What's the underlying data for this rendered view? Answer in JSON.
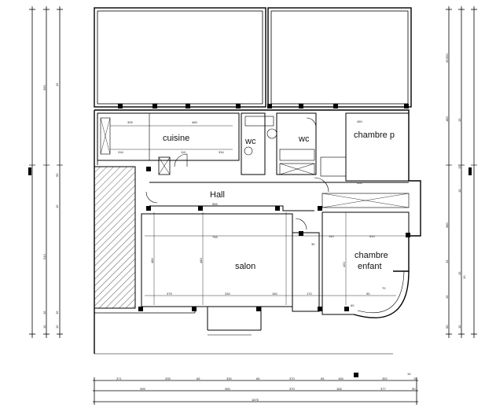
{
  "rooms": {
    "cuisine": "cuisine",
    "wc_left": "wc",
    "wc_right": "wc",
    "chambre_p": "chambre p",
    "hall": "Hall",
    "salon": "salon",
    "chambre_enfant_1": "chambre",
    "chambre_enfant_2": "enfant"
  },
  "dims_bottom": {
    "row1": [
      "371",
      "335",
      "65",
      "330",
      "65",
      "370",
      "65",
      "165",
      "352",
      "15"
    ],
    "row2": [
      "495",
      "390",
      "370",
      "165",
      "377",
      "30"
    ],
    "total": "1875",
    "corner": "15"
  },
  "dims_left": {
    "outer": [
      "560",
      "510",
      "15",
      "15"
    ],
    "inner": [
      "15",
      "90",
      "15",
      "15",
      "15"
    ]
  },
  "dims_right": {
    "inner": [
      "15",
      "180",
      "380",
      "15",
      "15",
      "90",
      "15",
      "15",
      "15",
      "15"
    ],
    "outer": [
      "560",
      "10",
      "15"
    ]
  },
  "dims_interior": {
    "cuisine_top": [
      "305",
      "465"
    ],
    "cuisine_low": [
      "316",
      "110",
      "334"
    ],
    "chambre_p_top": "450",
    "chambre_p_low": "450",
    "hall": "555",
    "salon_top": "755",
    "salon_left": "480",
    "salon_right": "480",
    "salon_bottom": [
      "375",
      "330",
      "160",
      "170"
    ],
    "chambre_enfant_top": [
      "140",
      "510"
    ],
    "chambre_enfant_side": "420",
    "chambre_enfant_misc": [
      "30",
      "60",
      "55",
      "70"
    ]
  }
}
